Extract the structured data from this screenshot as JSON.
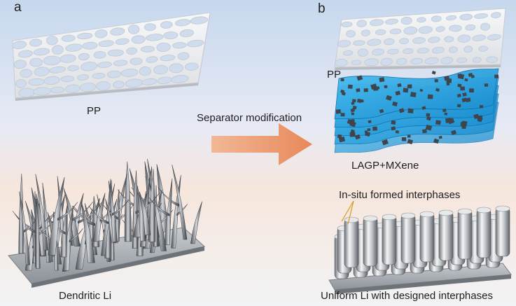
{
  "panels": {
    "a": {
      "letter": "a",
      "top_label": "PP",
      "bottom_label": "Dendritic Li"
    },
    "b": {
      "letter": "b",
      "top_label": "PP",
      "layer_label": "LAGP+MXene",
      "interphase_label": "In-situ formed interphases",
      "bottom_label": "Uniform Li with designed interphases"
    }
  },
  "arrow": {
    "label": "Separator modification"
  },
  "colors": {
    "arrow": "#ec9a6e",
    "mxene_layer": "#29a8e8",
    "particles": "#3e454c",
    "separator": "#f1f2f4",
    "lithium_metal": "#b9bdc2"
  }
}
